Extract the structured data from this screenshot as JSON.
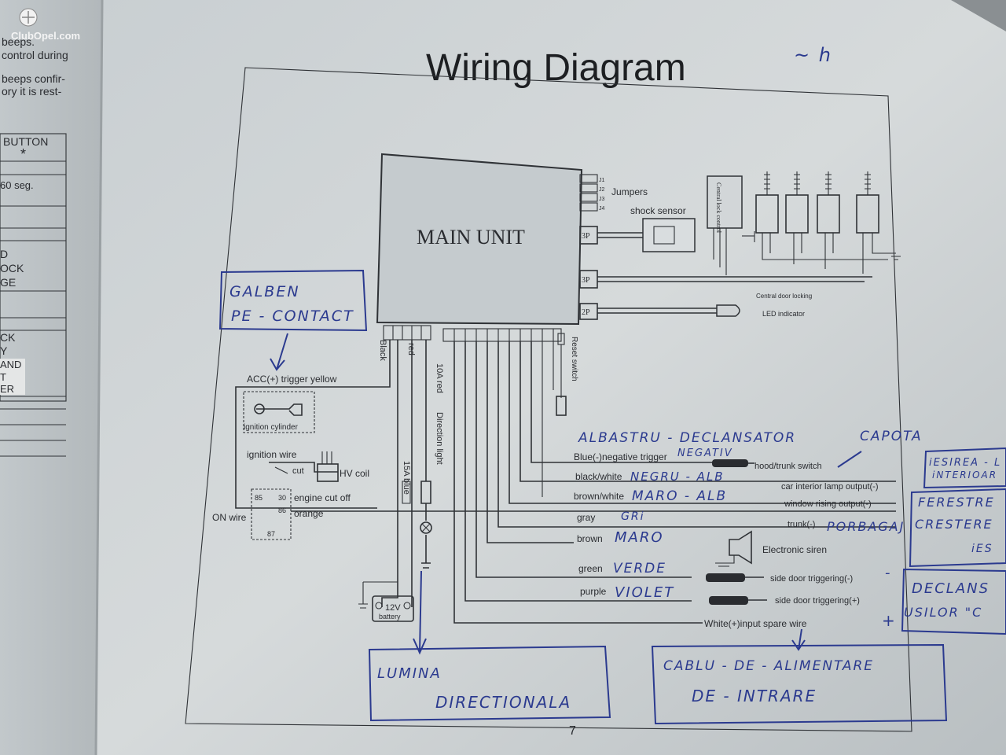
{
  "watermark": "ClubOpel.com",
  "title": "Wiring Diagram",
  "page_number": "7",
  "top_scribble": "~ h",
  "left_page": {
    "text_lines": [
      "beeps.",
      "control during",
      "beeps confir-",
      "ory it is rest-"
    ],
    "table_header": "BUTTON",
    "table_symbol": "*",
    "cells": [
      "60 seg.",
      "D",
      "OCK",
      "GE",
      "CK",
      "Y",
      "AND",
      "T",
      "ER"
    ]
  },
  "main_unit": {
    "label": "MAIN UNIT",
    "ports": [
      "3P",
      "3P",
      "2P"
    ],
    "jumper_pins": [
      "J1",
      "J2",
      "J3",
      "J4"
    ],
    "jumpers_label": "Jumpers",
    "shock_sensor_label": "shock sensor",
    "central_lock_control_label": "Central lock control",
    "central_door_locking_label": "Central door locking",
    "led_indicator_label": "LED indicator",
    "reset_switch_label": "Reset switch"
  },
  "left_wiring": {
    "black": "Black",
    "red": "red",
    "red_10a": "10A red",
    "direction_light": "Direction light",
    "blue_15a": "15A blue",
    "acc_trigger": "ACC(+) trigger yellow",
    "ignition_cylinder": "ignition cylinder",
    "ignition_wire": "ignition wire",
    "cut": "cut",
    "hv_coil": "HV coil",
    "engine_cut_off": "engine cut off",
    "orange": "orange",
    "on_wire": "ON wire",
    "relay_pins": [
      "85",
      "30",
      "86",
      "87"
    ],
    "battery": "12V",
    "battery_sub": "battery"
  },
  "output_wires": [
    {
      "wire": "Blue(-)negative trigger",
      "device": "hood/trunk switch"
    },
    {
      "wire": "black/white",
      "device": "car interior lamp output(-)"
    },
    {
      "wire": "brown/white",
      "device": "window rising output(-)"
    },
    {
      "wire": "gray",
      "device": "trunk(-)"
    },
    {
      "wire": "brown",
      "device": "Electronic siren"
    },
    {
      "wire": "green",
      "device": "side door triggering(-)"
    },
    {
      "wire": "purple",
      "device": "side door triggering(+)"
    },
    {
      "wire": "",
      "device": "White(+)input spare wire"
    }
  ],
  "handwritten_notes": {
    "galben_box": [
      "GALBEN",
      "PE - CONTACT"
    ],
    "albastru": "ALBASTRU - DECLANSATOR",
    "negativ": "NEGATIV",
    "capota": "CAPOTA",
    "negru_alb": "NEGRU - ALB",
    "maro_alb": "MARO - ALB",
    "gri": "GRi",
    "maro": "MARO",
    "verde": "VERDE",
    "violet": "VIOLET",
    "portbagaj": "PORBAGAJ",
    "iesirea": [
      "iESIREA - L",
      "iNTERIOAR"
    ],
    "ferestre": [
      "FERESTRE",
      "CRESTERE",
      "iES"
    ],
    "declans": [
      "DECLANS",
      "USILOR \"C"
    ],
    "lumina_box": [
      "LUMINA",
      "DIRECTIONALA"
    ],
    "cablu_box": [
      "CABLU - DE - ALIMENTARE",
      "DE - INTRARE"
    ],
    "minus_sign": "-",
    "plus_sign": "+"
  }
}
